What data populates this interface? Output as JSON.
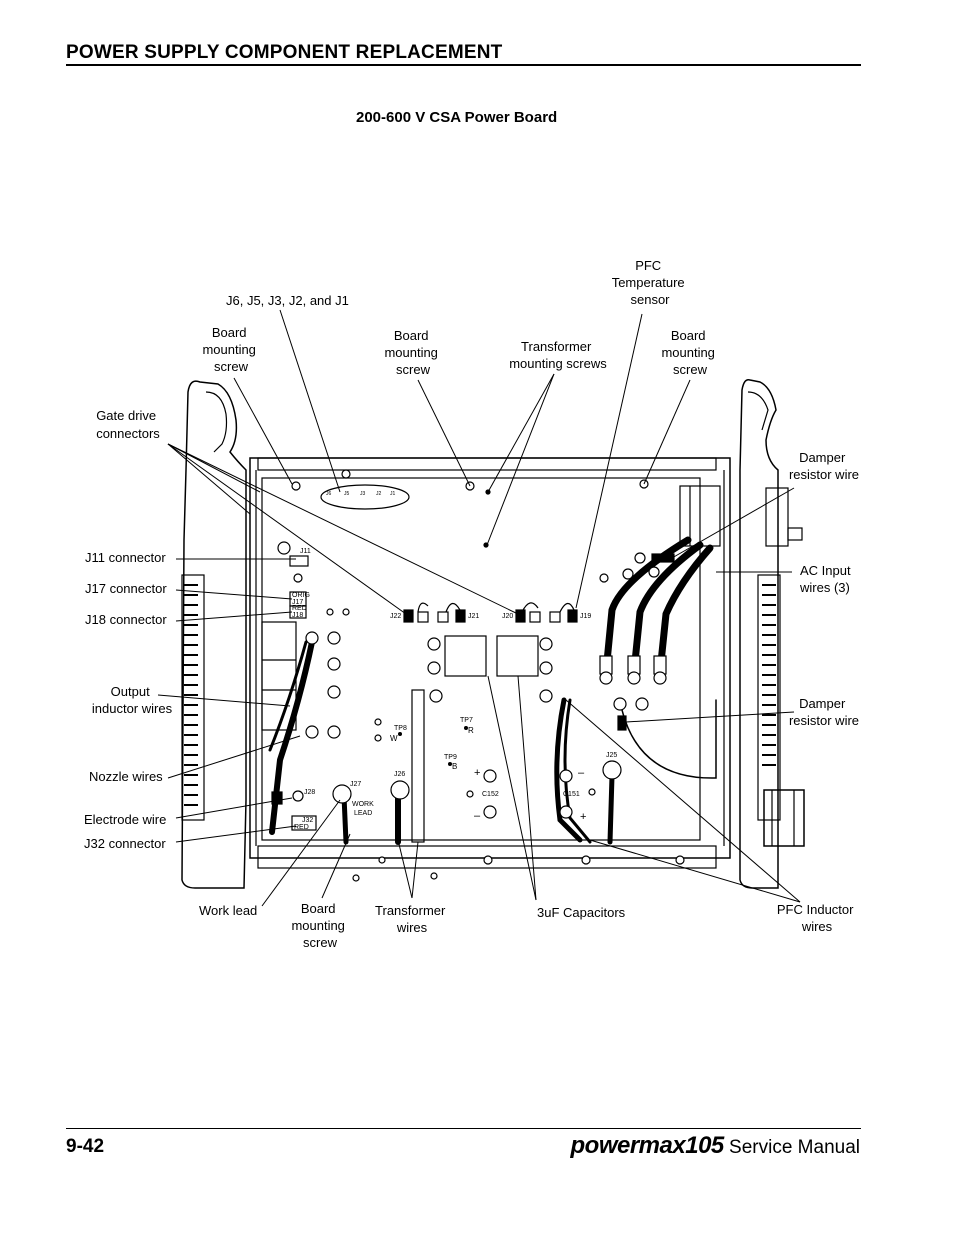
{
  "header": {
    "section_title": "POWER SUPPLY COMPONENT REPLACEMENT"
  },
  "figure": {
    "title": "200-600 V CSA Power Board",
    "callouts": {
      "pfc_temp": [
        "PFC",
        "Temperature",
        "sensor"
      ],
      "j6_j1": [
        "J6, J5, J3, J2, and J1"
      ],
      "board_screw_left": [
        "Board",
        "mounting",
        "screw"
      ],
      "board_screw_mid": [
        "Board",
        "mounting",
        "screw"
      ],
      "transformer_screws": [
        "Transformer",
        "mounting screws"
      ],
      "board_screw_right": [
        "Board",
        "mounting",
        "screw"
      ],
      "gate_drive": [
        "Gate drive",
        "connectors"
      ],
      "damper_top": [
        "Damper",
        "resistor wire"
      ],
      "j11": [
        "J11 connector"
      ],
      "j17": [
        "J17 connector"
      ],
      "j18": [
        "J18 connector"
      ],
      "ac_input": [
        "AC Input",
        "wires (3)"
      ],
      "output_inductor": [
        "Output",
        "inductor wires"
      ],
      "damper_bottom": [
        "Damper",
        "resistor wire"
      ],
      "nozzle": [
        "Nozzle wires"
      ],
      "electrode": [
        "Electrode wire"
      ],
      "j32": [
        "J32 connector"
      ],
      "work_lead": [
        "Work lead"
      ],
      "board_screw_bottom": [
        "Board",
        "mounting",
        "screw"
      ],
      "transformer_wires": [
        "Transformer",
        "wires"
      ],
      "capacitors": [
        "3uF Capacitors"
      ],
      "pfc_inductor": [
        "PFC Inductor",
        "wires"
      ]
    },
    "board_labels": {
      "j22": "J22",
      "j21": "J21",
      "j20": "J20",
      "j19": "J19",
      "j11": "J11",
      "j17": "J17",
      "j18": "J18",
      "orig": "ORIG",
      "red": "RED",
      "j28": "J28",
      "j27": "J27",
      "j26": "J26",
      "j25": "J25",
      "j32": "J32",
      "tp8": "TP8",
      "w": "W",
      "tp7": "TP7",
      "r": "R",
      "tp9": "TP9",
      "b": "B",
      "c152": "C152",
      "c151": "C151",
      "work": "WORK",
      "lead": "LEAD",
      "plus": "+",
      "minus": "–",
      "j6": "J6",
      "j5": "J5",
      "j3": "J3",
      "j2": "J2",
      "j1": "J1"
    }
  },
  "footer": {
    "page_number": "9-42",
    "brand_name": "powermax",
    "brand_model": "105",
    "brand_suffix": "Service Manual"
  }
}
